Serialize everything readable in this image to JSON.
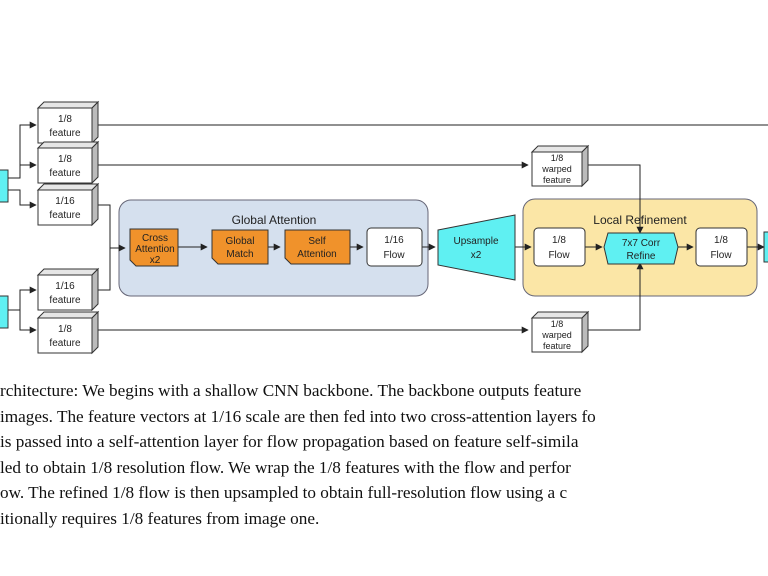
{
  "diagram": {
    "features": {
      "f1": [
        "1/8",
        "feature"
      ],
      "f2": [
        "1/8",
        "feature"
      ],
      "f3": [
        "1/16",
        "feature"
      ],
      "f4": [
        "1/16",
        "feature"
      ],
      "f5": [
        "1/8",
        "feature"
      ],
      "w_top": [
        "1/8",
        "warped",
        "feature"
      ],
      "w_bot": [
        "1/8",
        "warped",
        "feature"
      ]
    },
    "global_attention": {
      "title": "Global Attention",
      "cross": [
        "Cross",
        "Attention",
        "x2"
      ],
      "match": [
        "Global",
        "Match"
      ],
      "self": [
        "Self",
        "Attention"
      ],
      "flow": [
        "1/16",
        "Flow"
      ]
    },
    "upsample": [
      "Upsample",
      "x2"
    ],
    "local_refinement": {
      "title": "Local Refinement",
      "flow_in": [
        "1/8",
        "Flow"
      ],
      "corr": [
        "7x7 Corr",
        "Refine"
      ],
      "flow_out": [
        "1/8",
        "Flow"
      ]
    },
    "colors": {
      "ga_panel": "#d5e0ee",
      "lr_panel": "#fbe6a6",
      "orange": "#f0922b",
      "cyan": "#5ff0f2"
    }
  },
  "caption": [
    "rchitecture: We begins with a shallow CNN backbone. The backbone outputs feature",
    "images. The feature vectors at 1/16 scale are then fed into two cross-attention layers fo",
    "is passed into a self-attention layer for flow propagation based on feature self-simila",
    "led to obtain 1/8 resolution flow. We wrap the 1/8 features with the flow and perfor",
    "ow. The refined 1/8 flow is then upsampled to obtain full-resolution flow using a c",
    "itionally requires 1/8 features from image one."
  ]
}
